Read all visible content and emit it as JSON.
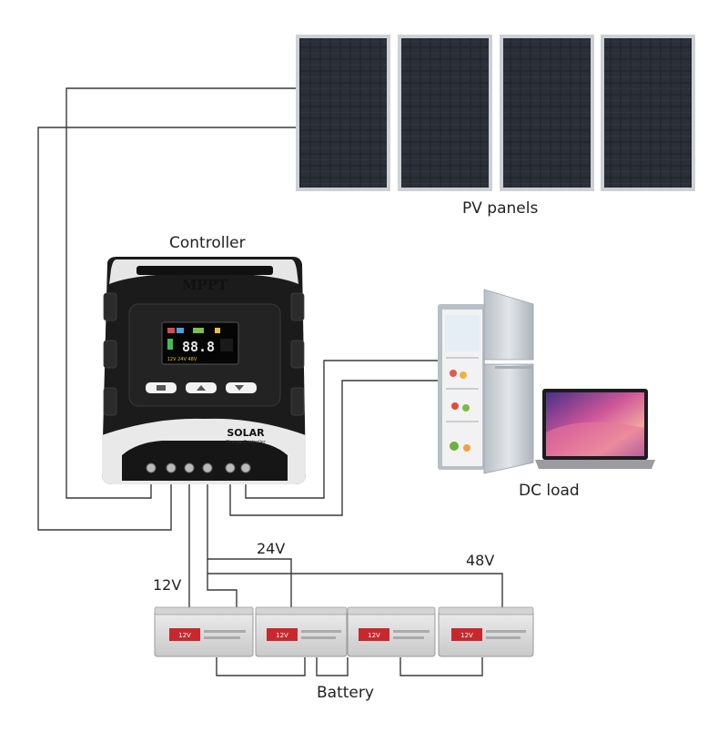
{
  "labels": {
    "pv_panels": "PV panels",
    "controller": "Controller",
    "dc_load": "DC load",
    "battery": "Battery",
    "v12": "12V",
    "v24": "24V",
    "v48": "48V"
  },
  "controller": {
    "brand": "MPPT",
    "solar": "SOLAR",
    "subtitle": "Charge Controller",
    "display_digits": "88.8",
    "voltage_options": "12V 24V 48V",
    "buttons": [
      "menu-button",
      "up-button",
      "down-enter-button"
    ]
  },
  "batteries": {
    "count": 4,
    "label_text": "12V"
  },
  "colors": {
    "wire": "#3a3a3a",
    "panel_cell": "#1f232b",
    "panel_frame": "#c9ccd0",
    "controller_body": "#1b1b1b",
    "controller_trim": "#e9e9e9",
    "battery_case": "#dcdcdc",
    "battery_red": "#c8282d",
    "fridge": "#cfd4da",
    "laptop_screen": "#7c5fb0"
  }
}
